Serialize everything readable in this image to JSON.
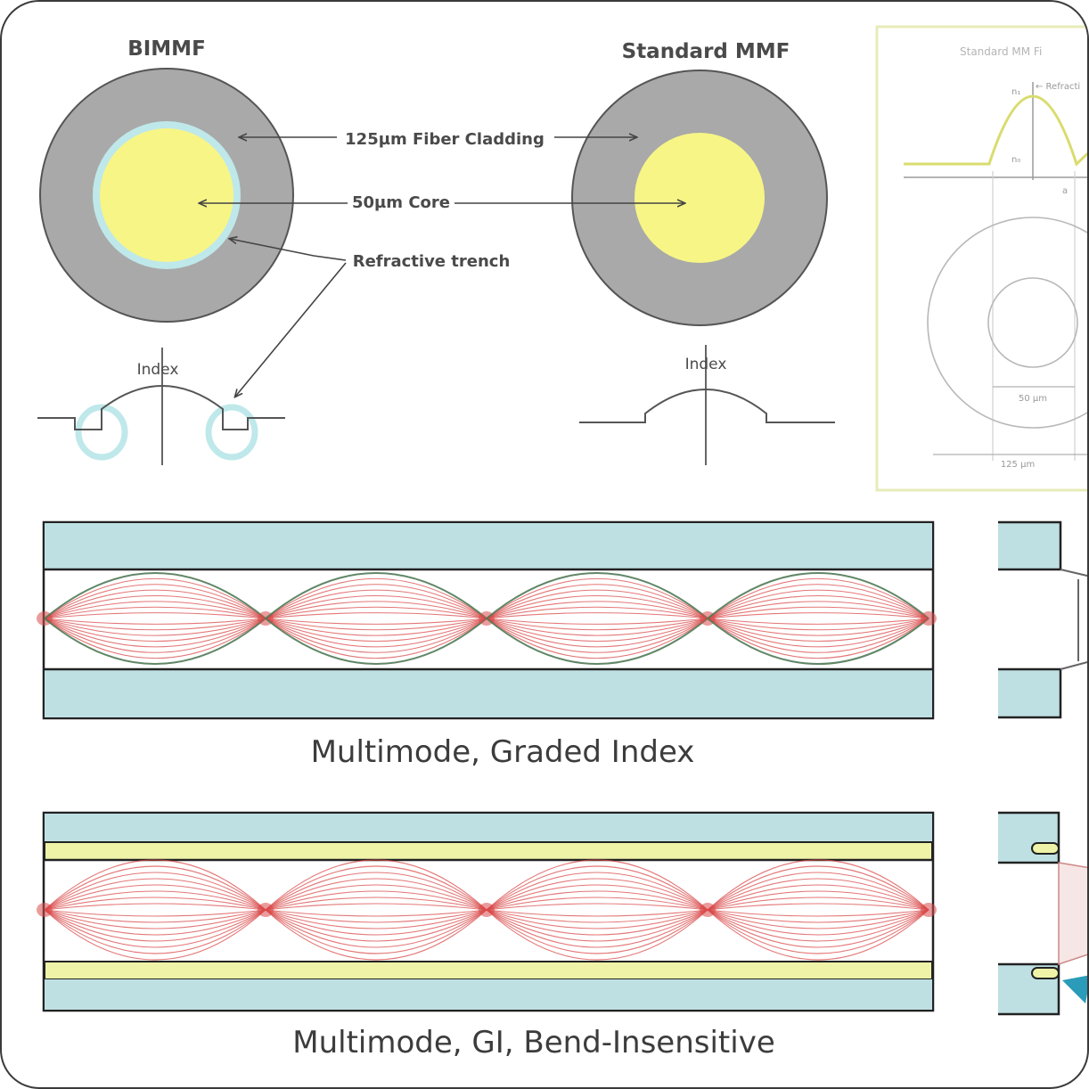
{
  "top": {
    "bimmf_title": "BIMMF",
    "standard_title": "Standard MMF",
    "cladding_label": "125µm Fiber Cladding",
    "core_label": "50µm Core",
    "trench_label": "Refractive trench",
    "index_label_left": "Index",
    "index_label_right": "Index"
  },
  "inset": {
    "title": "Standard MM Fi",
    "n1": "n₁",
    "n0": "n₀",
    "refractive": "← Refracti",
    "axis_a": "a",
    "dim_core": "50 µm",
    "dim_clad": "125 µm"
  },
  "bottom": {
    "caption_graded": "Multimode, Graded Index",
    "caption_bend": "Multimode, GI, Bend-Insensitive"
  },
  "colors": {
    "cladding_gray": "#a9a9a9",
    "core_yellow": "#f7f586",
    "trench_cyan": "#bfe8ea",
    "fiber_blue": "#bfe0e3",
    "ray_red": "#d94a4a",
    "ray_green": "#4f7a57",
    "trench_stripe": "#eef3a8"
  },
  "icons": {
    "arrow": "arrow-icon",
    "marker": "triangle-marker-icon"
  }
}
